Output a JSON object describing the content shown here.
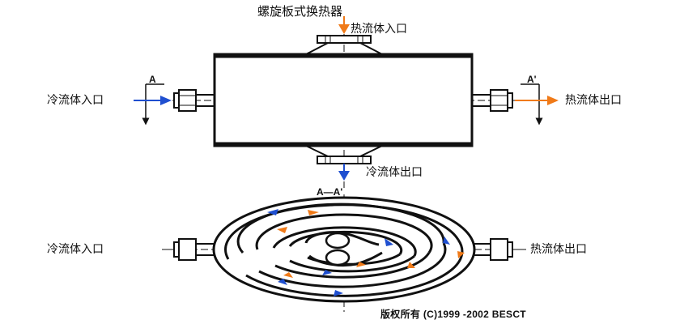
{
  "title": "螺旋板式换热器",
  "labels": {
    "hot_inlet": "热流体入口",
    "cold_inlet_top": "冷流体入口",
    "hot_outlet_top": "热流体出口",
    "cold_outlet": "冷流体出口",
    "cold_inlet_bottom": "冷流体入口",
    "hot_outlet_bottom": "热流体出口",
    "section_a": "A",
    "section_a_prime": "A'",
    "section_view": "A—A'"
  },
  "copyright": "版权所有 (C)1999 -2002 BESCT",
  "colors": {
    "hot": "#f07a18",
    "cold": "#1f4fd0",
    "line": "#111111"
  }
}
